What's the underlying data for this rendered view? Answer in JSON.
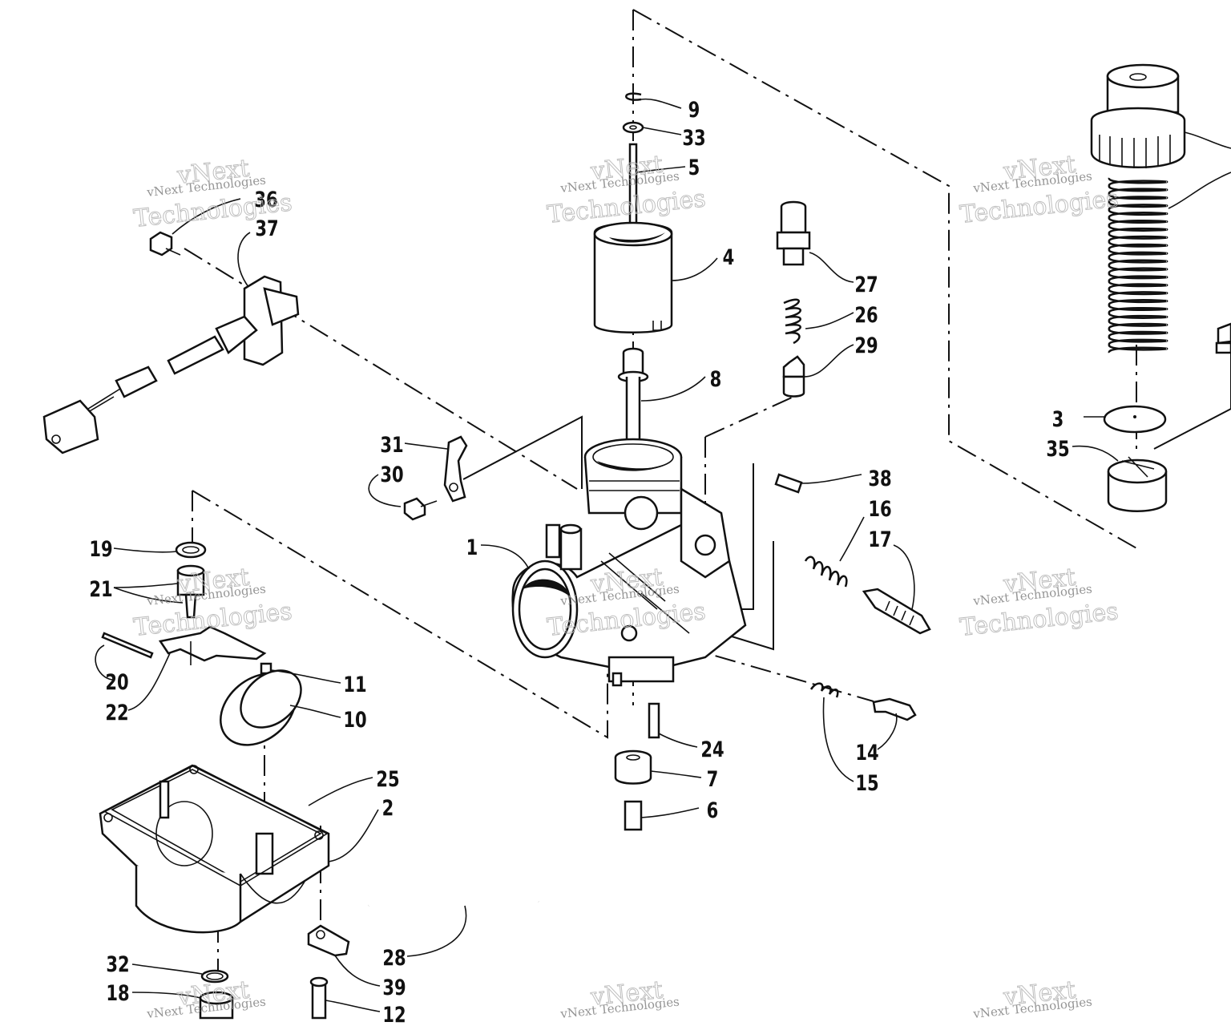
{
  "watermark": {
    "small_text": "vNext Technologies",
    "big_text_top": "vNext",
    "big_text_bottom": "Technologies"
  },
  "callouts": [
    "1",
    "2",
    "3",
    "4",
    "5",
    "6",
    "7",
    "8",
    "9",
    "10",
    "11",
    "12",
    "14",
    "15",
    "16",
    "17",
    "18",
    "19",
    "20",
    "21",
    "22",
    "24",
    "25",
    "26",
    "27",
    "28",
    "29",
    "30",
    "31",
    "32",
    "33",
    "35",
    "36",
    "37",
    "38",
    "39"
  ]
}
